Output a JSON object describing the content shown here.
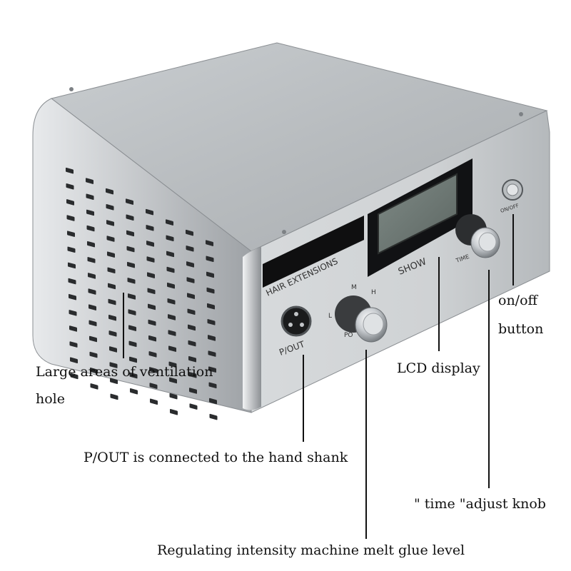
{
  "device": {
    "brand_text": "HAIR EXTENSIONS",
    "display_label": "SHOW",
    "port_label": "P/OUT",
    "power_label": "ON/OFF",
    "time_label": "TIME",
    "power_knob_label": "PO",
    "level_low": "L",
    "level_mid": "M",
    "level_high": "H"
  },
  "callouts": {
    "ventilation_line1": "Large areas of ventilation",
    "ventilation_line2": "hole",
    "port": "P/OUT is connected to the hand shank",
    "intensity": "Regulating intensity machine melt glue level",
    "lcd": "LCD display",
    "onoff_line1": "on/off",
    "onoff_line2": "button",
    "time_knob": "\" time \"adjust knob"
  }
}
